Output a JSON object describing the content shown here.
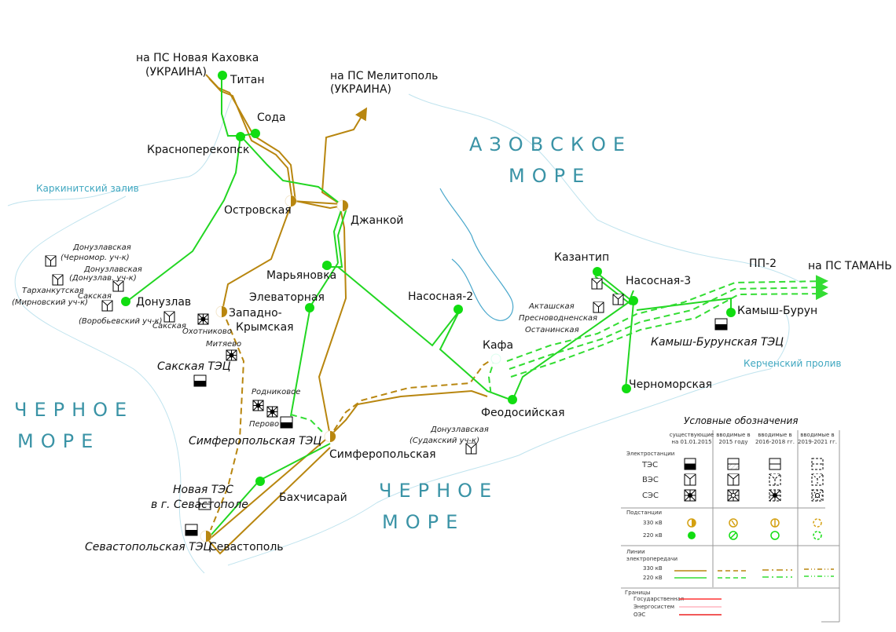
{
  "colors": {
    "line_330": "#b8860f",
    "line_220": "#22d622",
    "sea_text": "#3a93a6",
    "border_state": "#ff3333",
    "border_energy": "#ffb6c1",
    "border_oes": "#ee2222"
  },
  "external": {
    "kakhovka": [
      "на ПС Новая Каховка",
      "(УКРАИНА)"
    ],
    "melitopol": [
      "на ПС Мелитополь",
      "(УКРАИНА)"
    ],
    "taman": "на ПС ТАМАНЬ"
  },
  "seas": {
    "azov": [
      "АЗОВСКОЕ",
      "МОРЕ"
    ],
    "black_west": [
      "ЧЕРНОЕ",
      "МОРЕ"
    ],
    "black_south": [
      "ЧЕРНОЕ",
      "МОРЕ"
    ],
    "karkinit": "Каркинитский залив",
    "kerch": "Керченский пролив"
  },
  "substations": {
    "titan": "Титан",
    "soda": "Сода",
    "krasnoperekopsk": "Красноперекопск",
    "ostrovskaya": "Островская",
    "dzhankoy": "Джанкой",
    "maryanovka": "Марьяновка",
    "elevatornaya": "Элеваторная",
    "zapadno_krymskaya": [
      "Западно-",
      "Крымская"
    ],
    "donuzlav": "Донузлав",
    "nasosnaya2": "Насосная-2",
    "kazantip": "Казантип",
    "nasosnaya3": "Насосная-3",
    "pp2": "ПП-2",
    "kamysh_burun": "Камыш-Бурун",
    "kafa": "Кафа",
    "feodosiyskaya": "Феодосийская",
    "chernomorskaya": "Черноморская",
    "simferopolskaya": "Симферопольская",
    "bakhchisaray": "Бахчисарай",
    "sevastopol": "Севастополь"
  },
  "plants": {
    "kamysh_burun_tec": "Камыш-Бурунская ТЭЦ",
    "saki_tec": "Сакская ТЭЦ",
    "simferopol_tec": "Симферопольская ТЭЦ",
    "new_tes": [
      "Новая ТЭС",
      "в г. Севастополе"
    ],
    "sevastopol_tec": "Севастопольская ТЭЦ"
  },
  "small_plants": {
    "donuzlav_chernomor": [
      "Донузлавская",
      "(Черномор. уч-к)"
    ],
    "donuzlav_donuzlav": [
      "Донузлавская",
      "(Донузлав. уч-к)"
    ],
    "tarkhankut": [
      "Тарханкутская",
      "(Мирновский уч-к)"
    ],
    "saki_vorob": [
      "Сакская",
      "(Воробьевский уч-к)"
    ],
    "saki": "Сакская",
    "okhotnikovo": "Охотниково",
    "mityaevo": "Митяево",
    "rodnikovoe": "Родниковое",
    "perovo": "Перово",
    "aktash": [
      "Акташская",
      "Пресноводненская",
      "Останинская"
    ],
    "donuzlav_sudak": [
      "Донузлавская",
      "(Судакский уч-к)"
    ]
  },
  "legend": {
    "title": "Условные обозначения",
    "columns": [
      [
        "существующие",
        "на 01.01.2015"
      ],
      [
        "вводимые в",
        "2015 году"
      ],
      [
        "вводимые в",
        "2016-2018 гг."
      ],
      [
        "вводимые в",
        "2019-2021 гг."
      ]
    ],
    "plants_header": "Электростанции",
    "plant_rows": [
      "ТЭС",
      "ВЭС",
      "СЭС"
    ],
    "substations_header": "Подстанции",
    "substation_rows": [
      "330 кВ",
      "220 кВ"
    ],
    "lines_header": [
      "Линии",
      "электропередачи"
    ],
    "line_rows": [
      "330 кВ",
      "220 кВ"
    ],
    "borders_header": "Границы",
    "border_rows": [
      "Государственная",
      "Энергосистем",
      "ОЭС"
    ]
  }
}
